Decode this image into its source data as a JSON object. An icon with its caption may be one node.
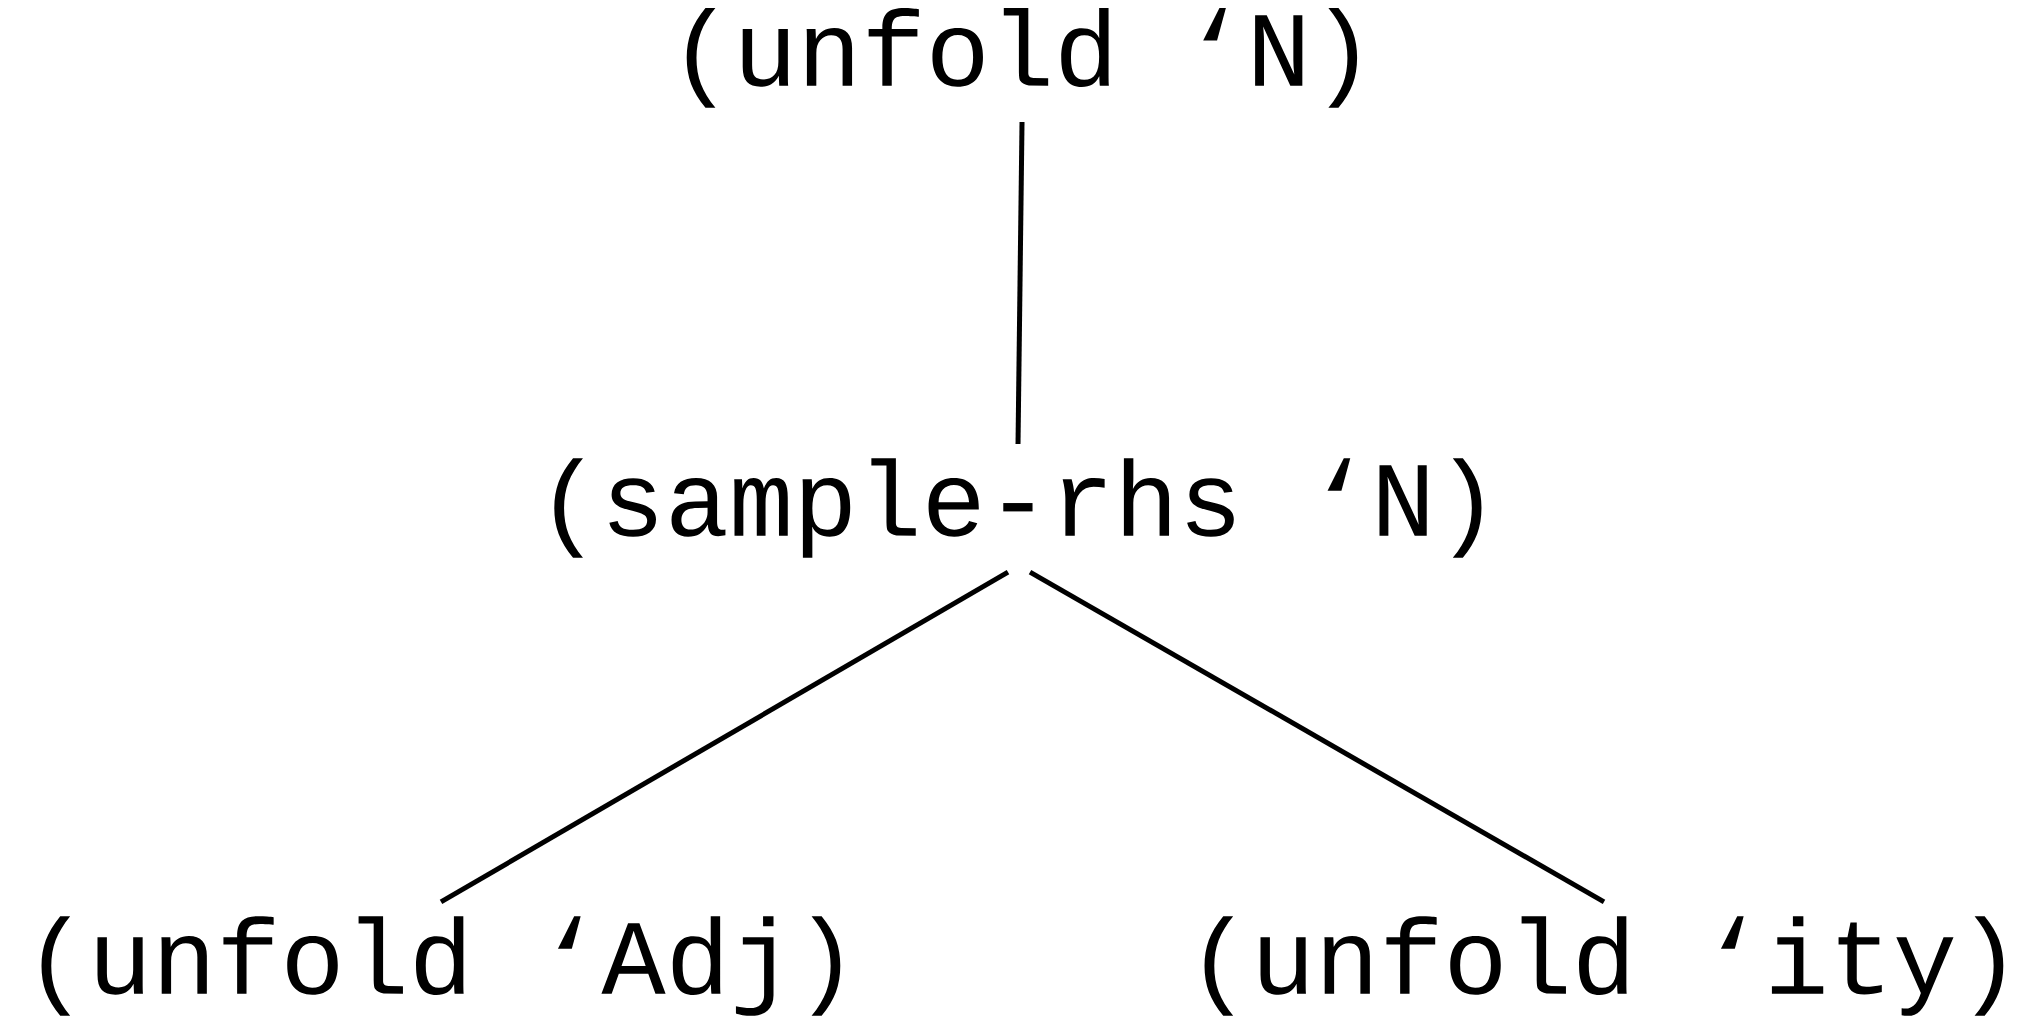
{
  "diagram": {
    "nodes": [
      {
        "text": [
          "(unfold ‘N)"
        ]
      },
      {
        "text": [
          "(sample-rhs ‘N)"
        ]
      },
      {
        "text": [
          "(unfold ‘Adj)"
        ]
      },
      {
        "text": [
          "(unfold ‘ity)"
        ]
      }
    ],
    "edges": [
      {
        "from": 0,
        "to": 1,
        "arrow": "none"
      },
      {
        "from": 1,
        "to": 2,
        "arrow": "none"
      },
      {
        "from": 1,
        "to": 3,
        "arrow": "none"
      }
    ]
  }
}
